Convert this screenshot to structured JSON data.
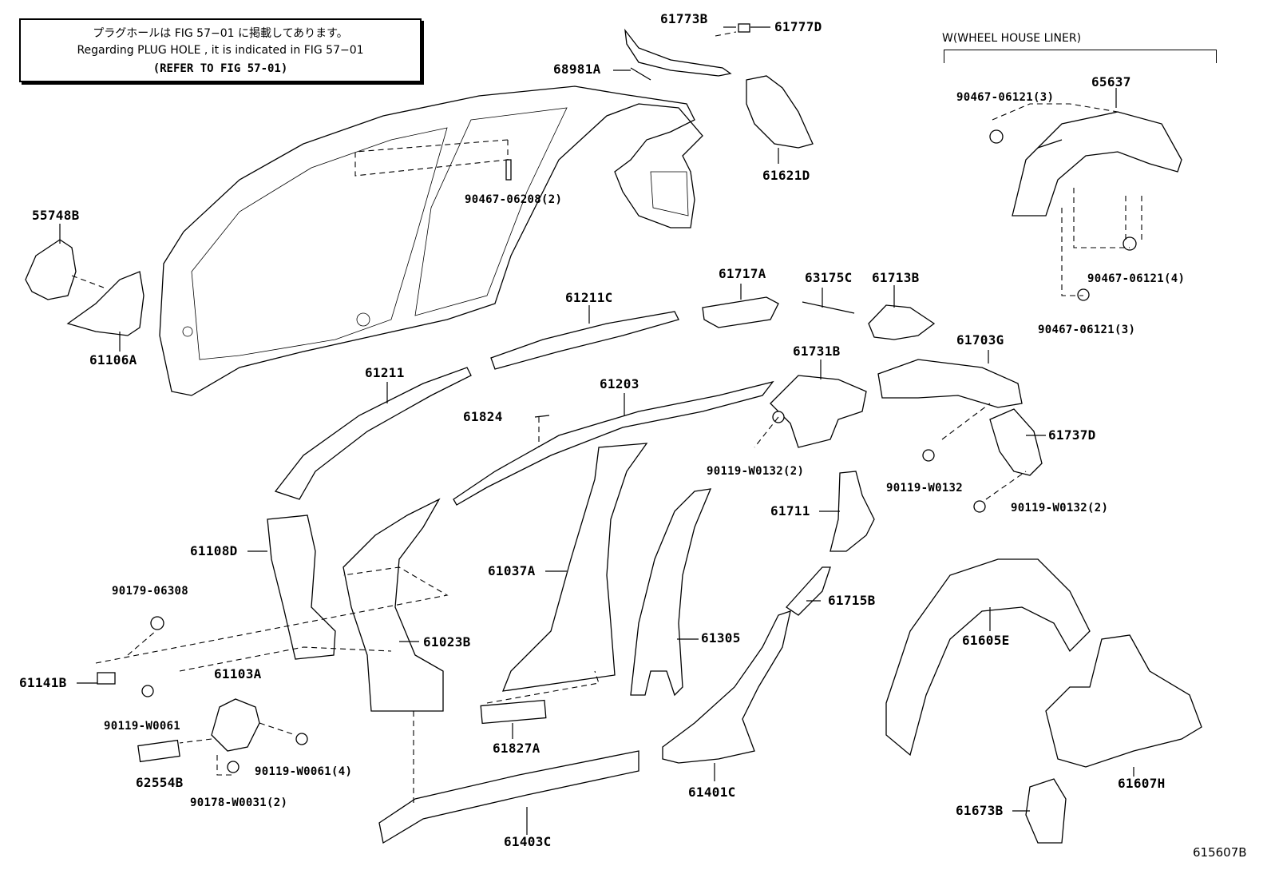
{
  "note": {
    "jp": "プラグホールは FIG 57−01 に掲載してあります。",
    "en": "Regarding PLUG HOLE , it is indicated in FIG 57−01",
    "ref": "(REFER TO FIG 57-01)"
  },
  "group": {
    "title": "W(WHEEL HOUSE LINER)"
  },
  "figure_id": "615607B",
  "labels": {
    "p61773B": "61773B",
    "p61777D": "61777D",
    "p68981A": "68981A",
    "p61621D": "61621D",
    "p9046706208": "90467-06208(2)",
    "p55748B": "55748B",
    "p61106A": "61106A",
    "p61211C": "61211C",
    "p61717A": "61717A",
    "p63175C": "63175C",
    "p61713B": "61713B",
    "p61211": "61211",
    "p61203": "61203",
    "p61731B": "61731B",
    "p61703G": "61703G",
    "p61824": "61824",
    "p90119W0132_2a": "90119-W0132(2)",
    "p61737D": "61737D",
    "p90119W0132": "90119-W0132",
    "p90119W0132_2b": "90119-W0132(2)",
    "p61108D": "61108D",
    "p61711": "61711",
    "p61037A": "61037A",
    "p9017906308": "90179-06308",
    "p61715B": "61715B",
    "p61023B": "61023B",
    "p61305": "61305",
    "p61605E": "61605E",
    "p61141B": "61141B",
    "p61103A": "61103A",
    "p90119W0061": "90119-W0061",
    "p61827A": "61827A",
    "p90119W0061_4": "90119-W0061(4)",
    "p62554B": "62554B",
    "p61401C": "61401C",
    "p61607H": "61607H",
    "p90178W0031": "90178-W0031(2)",
    "p61673B": "61673B",
    "p61403C": "61403C",
    "p65637": "65637",
    "p9046706121_3a": "90467-06121(3)",
    "p9046706121_4": "90467-06121(4)",
    "p9046706121_3b": "90467-06121(3)"
  }
}
